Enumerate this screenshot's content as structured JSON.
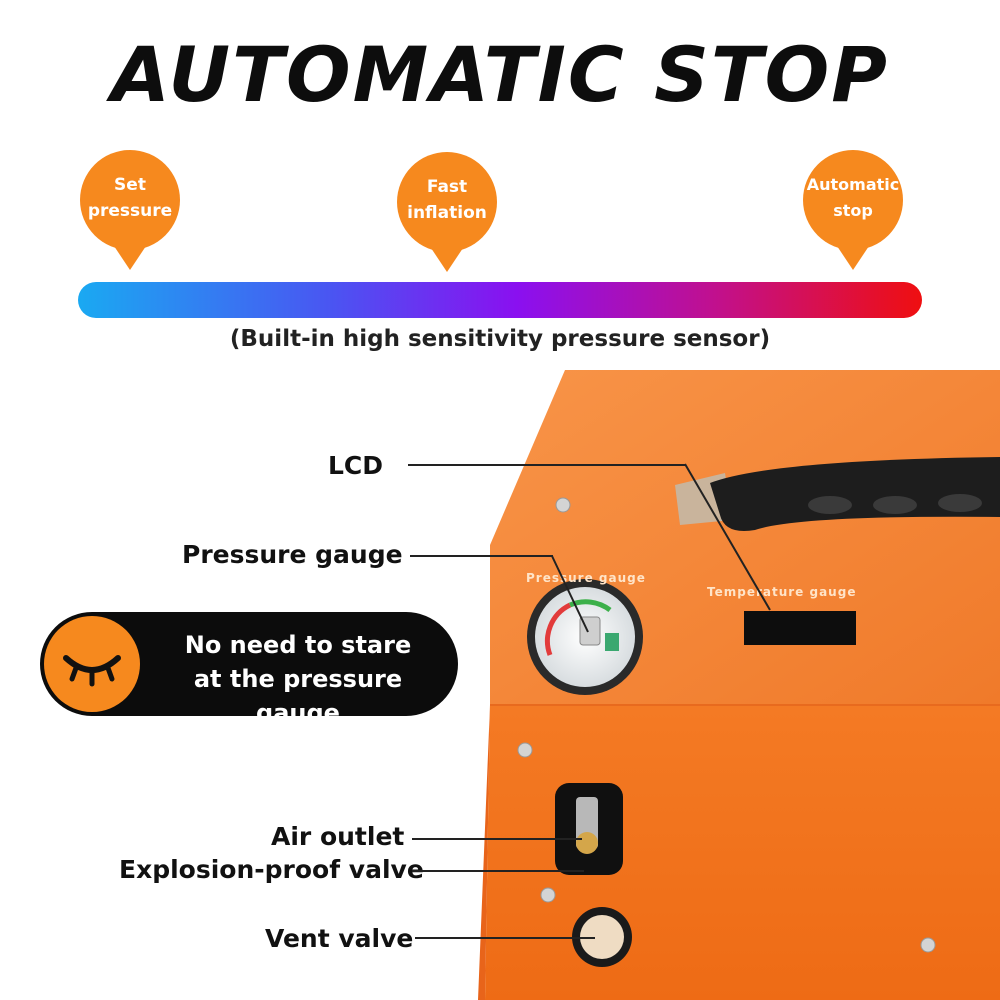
{
  "title": "AUTOMATIC STOP",
  "steps": [
    {
      "line1": "Set",
      "line2": "pressure"
    },
    {
      "line1": "Fast",
      "line2": "inflation"
    },
    {
      "line1": "Automatic",
      "line2": "stop"
    }
  ],
  "sensor_note": "(Built-in high sensitivity pressure sensor)",
  "callouts": {
    "lcd": "LCD",
    "pressure_gauge": "Pressure gauge",
    "air_outlet": "Air outlet",
    "explosion_valve": "Explosion-proof valve",
    "vent_valve": "Vent valve"
  },
  "badge": {
    "line1": "No need to stare",
    "line2": "at the pressure gauge"
  },
  "device_labels": {
    "pressure": "Pressure gauge",
    "temperature": "Temperature gauge"
  },
  "colors": {
    "accent": "#f6891e",
    "device": "#f47a24"
  }
}
